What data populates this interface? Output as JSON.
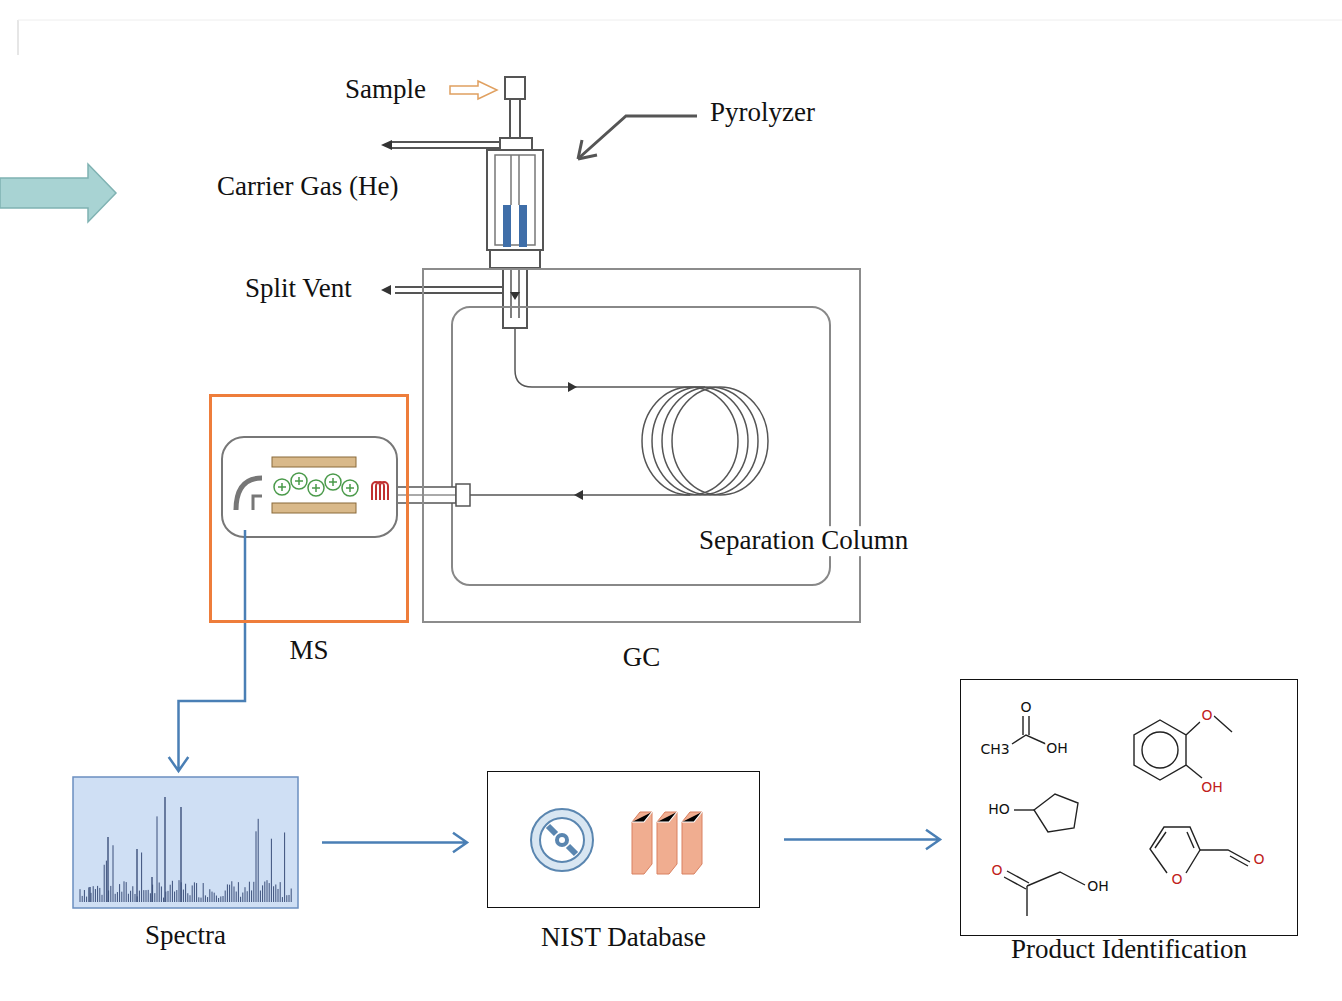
{
  "diagram": {
    "nodes": [
      {
        "text": [
          "MS"
        ]
      },
      {
        "text": [
          "GC"
        ]
      },
      {
        "text": [
          "Spectra"
        ]
      },
      {
        "text": [
          "NIST Database"
        ]
      },
      {
        "text": [
          "Product Identification"
        ]
      }
    ],
    "edges": [
      {
        "from": 0,
        "to": 2,
        "arrow": "to"
      },
      {
        "from": 2,
        "to": 3,
        "arrow": "to"
      },
      {
        "from": 3,
        "to": 4,
        "arrow": "to"
      }
    ],
    "labels": [
      "Sample",
      "Pyrolyzer",
      "Carrier Gas (He)",
      "Split Vent",
      "Separation Column",
      "O",
      "CH3",
      "OH",
      "O",
      "OH",
      "HO",
      "O",
      "OH",
      "O",
      "O"
    ]
  }
}
